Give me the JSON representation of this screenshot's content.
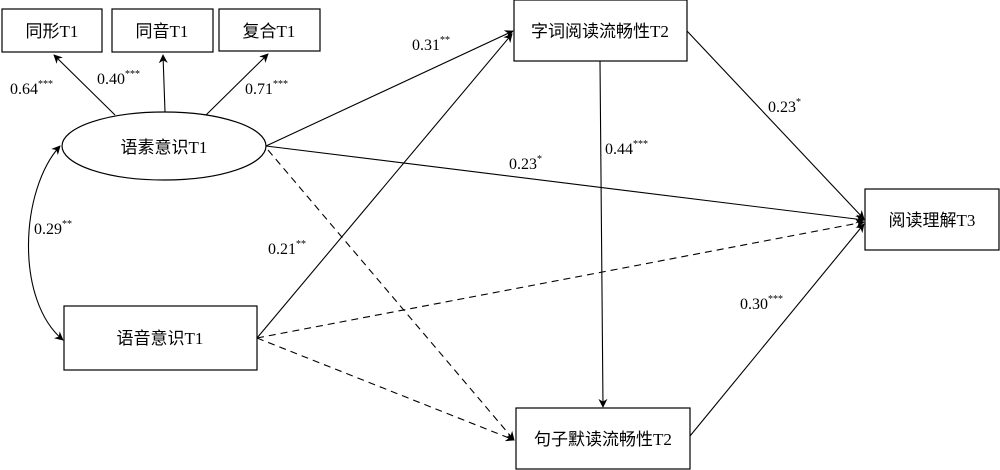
{
  "nodes": {
    "tongxing": "同形T1",
    "tongyin": "同音T1",
    "fuhe": "复合T1",
    "morpheme": "语素意识T1",
    "phonology": "语音意识T1",
    "word_fluency": "字词阅读流畅性T2",
    "sentence_fluency": "句子默读流畅性T2",
    "comprehension": "阅读理解T3"
  },
  "paths": {
    "m_tongxing": {
      "value": "0.64",
      "sig": "***"
    },
    "m_tongyin": {
      "value": "0.40",
      "sig": "***"
    },
    "m_fuhe": {
      "value": "0.71",
      "sig": "***"
    },
    "m_word": {
      "value": "0.31",
      "sig": "**"
    },
    "m_comp": {
      "value": "0.23",
      "sig": "*"
    },
    "corr": {
      "value": "0.29",
      "sig": "**"
    },
    "p_word": {
      "value": "0.21",
      "sig": "**"
    },
    "word_sent": {
      "value": "0.44",
      "sig": "***"
    },
    "word_comp": {
      "value": "0.23",
      "sig": "*"
    },
    "sent_comp": {
      "value": "0.30",
      "sig": "***"
    }
  }
}
